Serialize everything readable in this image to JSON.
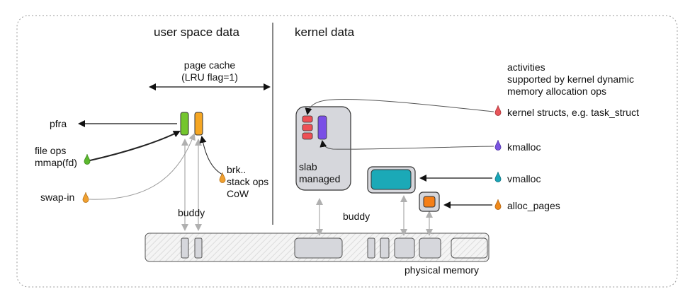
{
  "sections": {
    "user_space": "user space data",
    "kernel": "kernel data"
  },
  "labels": {
    "page_cache": "page cache\n(LRU flag=1)",
    "activities": "activities\nsupported by kernel dynamic\nmemory allocation ops",
    "pfra": "pfra",
    "file_ops": "file ops\nmmap(fd)",
    "swap_in": "swap-in",
    "brk": "brk..\nstack ops\nCoW",
    "buddy_user": "buddy",
    "buddy_kernel": "buddy",
    "slab": "slab\nmanaged",
    "physical_memory": "physical memory"
  },
  "activities": [
    {
      "label": "kernel structs, e.g. task_struct",
      "color": "#e8555a"
    },
    {
      "label": "kmalloc",
      "color": "#7b55e0"
    },
    {
      "label": "vmalloc",
      "color": "#1aa6b8"
    },
    {
      "label": "alloc_pages",
      "color": "#f08a1c"
    }
  ],
  "sources": [
    {
      "label": "file ops / mmap(fd)",
      "color": "#5cb82e"
    },
    {
      "label": "swap-in",
      "color": "#f0a030"
    },
    {
      "label": "brk.. stack ops CoW",
      "color": "#f0a030"
    }
  ],
  "colors": {
    "green_page": "#74c62e",
    "orange_page": "#f5a623",
    "slab_red": "#ee5055",
    "slab_purple": "#7a4fe6",
    "vmalloc_teal": "#1ba9b7",
    "alloc_orange": "#f57f17",
    "block_gray": "#d6d7dc",
    "arrow_gray": "#b4b4b4"
  }
}
